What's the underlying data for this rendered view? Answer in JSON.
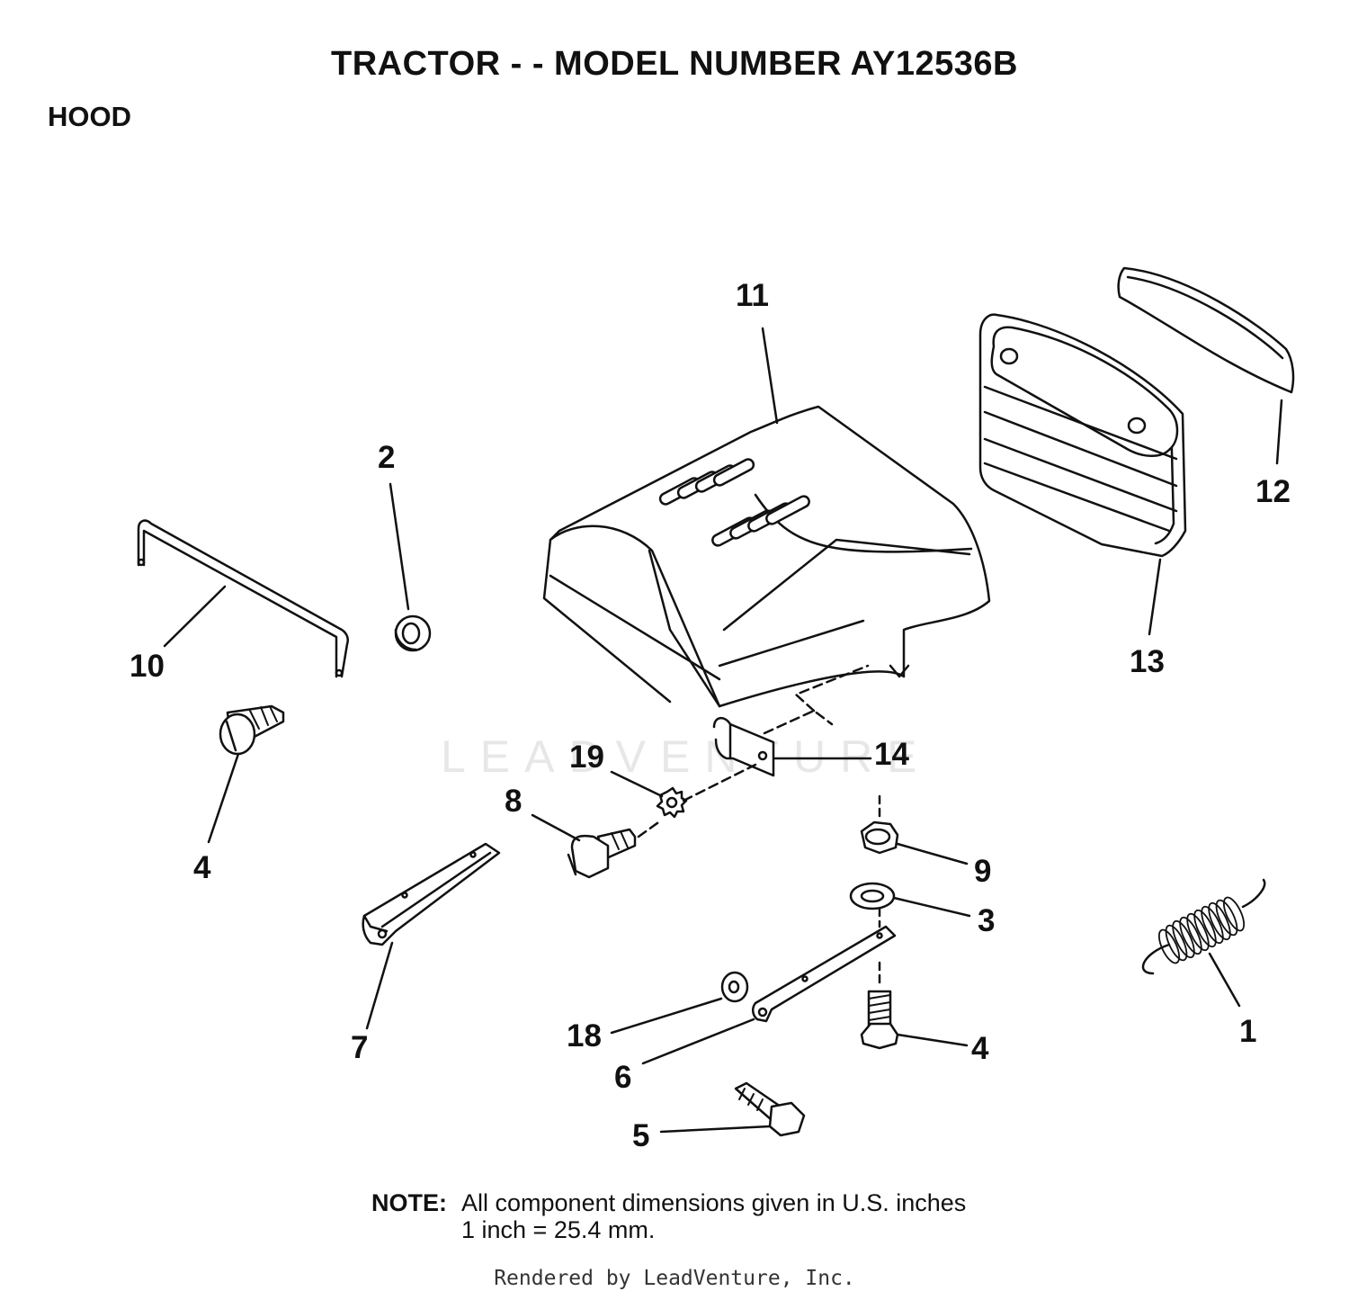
{
  "header": {
    "title": "TRACTOR - - MODEL NUMBER AY12536B",
    "section": "HOOD"
  },
  "callouts": {
    "c1": "1",
    "c2": "2",
    "c3": "3",
    "c4a": "4",
    "c4b": "4",
    "c5": "5",
    "c6": "6",
    "c7": "7",
    "c8": "8",
    "c9": "9",
    "c10": "10",
    "c11": "11",
    "c12": "12",
    "c13": "13",
    "c14": "14",
    "c18": "18",
    "c19": "19"
  },
  "note": {
    "label": "NOTE:",
    "line1": "All component dimensions given in U.S. inches",
    "line2": "1 inch = 25.4 mm."
  },
  "watermark": "LEADVENTURE",
  "footer": "Rendered by LeadVenture, Inc."
}
